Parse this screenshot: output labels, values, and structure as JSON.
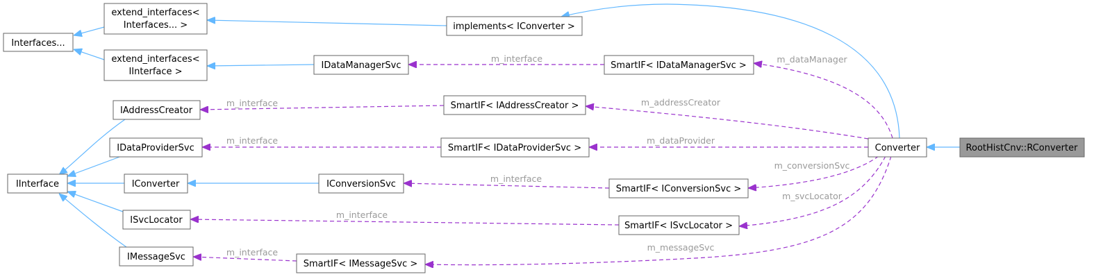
{
  "nodes": {
    "interfaces": "Interfaces...",
    "extend_interfaces_1_line1": "extend_interfaces<",
    "extend_interfaces_1_line2": "Interfaces... >",
    "extend_interfaces_2_line1": "extend_interfaces<",
    "extend_interfaces_2_line2": "IInterface >",
    "implements": "implements< IConverter >",
    "idatamanagersvc": "IDataManagerSvc",
    "smartif_datamanager": "SmartIF< IDataManagerSvc >",
    "iaddresscreator": "IAddressCreator",
    "smartif_addresscreator": "SmartIF< IAddressCreator >",
    "idataprovidersvc": "IDataProviderSvc",
    "smartif_dataprovider": "SmartIF< IDataProviderSvc >",
    "iinterface": "IInterface",
    "iconverter": "IConverter",
    "iconversionsvc": "IConversionSvc",
    "smartif_conversion": "SmartIF< IConversionSvc >",
    "isvclocator": "ISvcLocator",
    "smartif_svclocator": "SmartIF< ISvcLocator >",
    "imessagesvc": "IMessageSvc",
    "smartif_messagesvc": "SmartIF< IMessageSvc >",
    "converter": "Converter",
    "rconverter": "RootHistCnv::RConverter"
  },
  "edge_labels": {
    "m_interface": "m_interface",
    "m_dataManager": "m_dataManager",
    "m_addressCreator": "m_addressCreator",
    "m_dataProvider": "m_dataProvider",
    "m_conversionSvc": "m_conversionSvc",
    "m_svcLocator": "m_svcLocator",
    "m_messageSvc": "m_messageSvc"
  },
  "colors": {
    "inheritance": "#63b8ff",
    "usage": "#9a32cd",
    "label": "#9a9a9a",
    "highlight_fill": "#999999"
  }
}
